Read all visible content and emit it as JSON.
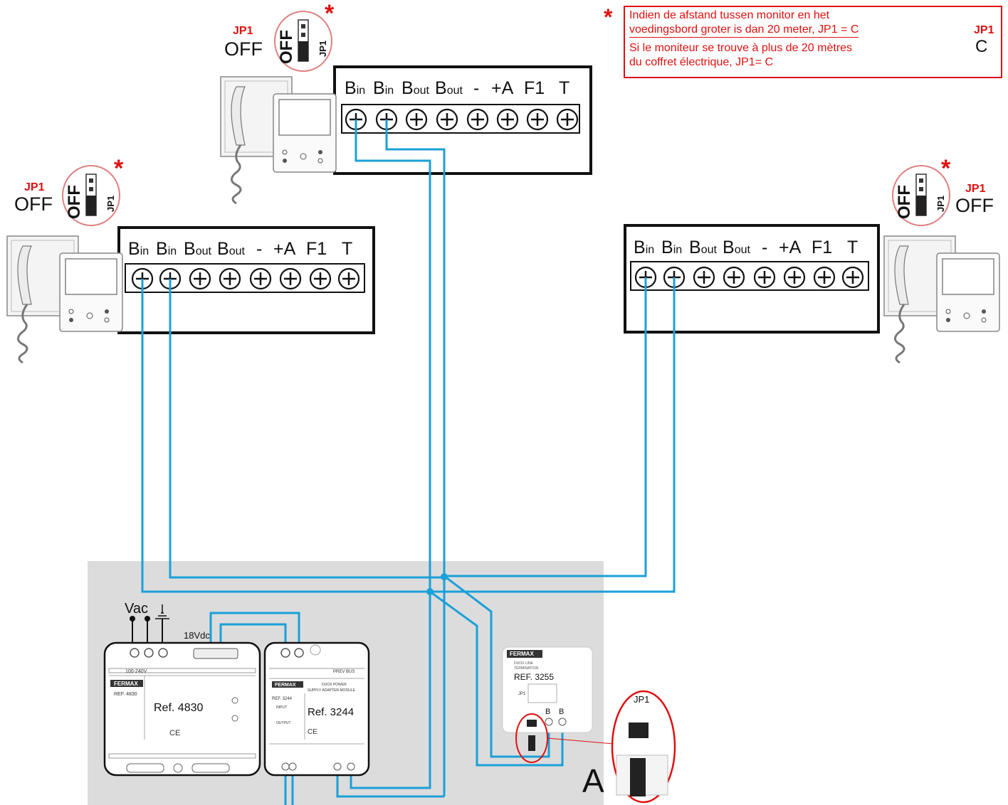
{
  "note": {
    "star": "*",
    "nl": [
      "Indien de afstand tussen monitor en het",
      "voedingsbord groter is dan 20 meter, JP1 = C"
    ],
    "fr": [
      "Si le moniteur se trouve à plus de 20 mètres",
      "du coffret électrique, JP1= C"
    ],
    "jumper_label": "JP1",
    "jumper_value": "C",
    "jumper_c": "C"
  },
  "monitor_jumper": {
    "label": "JP1",
    "value": "OFF",
    "switch_text": "OFF",
    "vertical_label": "JP1",
    "star": "*"
  },
  "terminal_labels": {
    "b": "B",
    "in": "in",
    "out": "out",
    "minus": "-",
    "plus_a": "+A",
    "f1": "F1",
    "t": "T"
  },
  "psu": {
    "vac": "Vac",
    "vdc": "18Vdc",
    "ref_main": "Ref. 4830",
    "ref_small": "REF. 4830",
    "brand": "FERMAX",
    "voltage": "100-240V",
    "ce": "CE"
  },
  "adapter": {
    "ref_main": "Ref. 3244",
    "ref_small": "REF. 3244",
    "brand": "FERMAX",
    "title1": "DUOX POWER",
    "title2": "SUPPLY ADAPTER MODULE",
    "prev_bus": "PREV BUS",
    "input": "INPUT",
    "output": "OUTPUT",
    "ce": "CE"
  },
  "termination": {
    "brand": "FERMAX",
    "line1": "DUOX LINE",
    "line2": "TERMINATION",
    "ref": "REF. 3255",
    "jp1": "JP1",
    "b1": "B",
    "b2": "B",
    "zoom_label": "JP1"
  },
  "marker": "A",
  "colors": {
    "wire": "#1aa0d8",
    "accent": "#e01010",
    "panel": "#dcdcdc"
  }
}
